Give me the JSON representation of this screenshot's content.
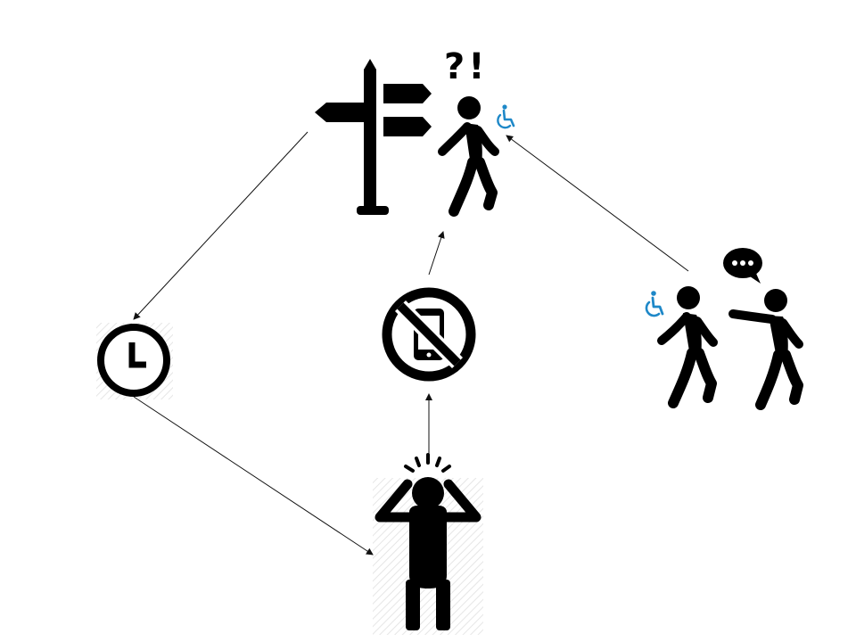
{
  "diagram": {
    "nodes": [
      {
        "id": "lost",
        "icon": "signpost-confused-walker-icon",
        "marks": "?!"
      },
      {
        "id": "time",
        "icon": "clock-icon"
      },
      {
        "id": "no-phone",
        "icon": "no-phone-icon"
      },
      {
        "id": "stressed",
        "icon": "stressed-person-icon"
      },
      {
        "id": "asking",
        "icon": "asking-directions-icon"
      }
    ],
    "edges": [
      {
        "from": "lost",
        "to": "time"
      },
      {
        "from": "time",
        "to": "stressed"
      },
      {
        "from": "stressed",
        "to": "no-phone"
      },
      {
        "from": "no-phone",
        "to": "lost"
      },
      {
        "from": "asking",
        "to": "lost"
      }
    ],
    "colors": {
      "icon": "#000000",
      "accessibility": "#1e88c8",
      "arrow": "#111111"
    }
  }
}
